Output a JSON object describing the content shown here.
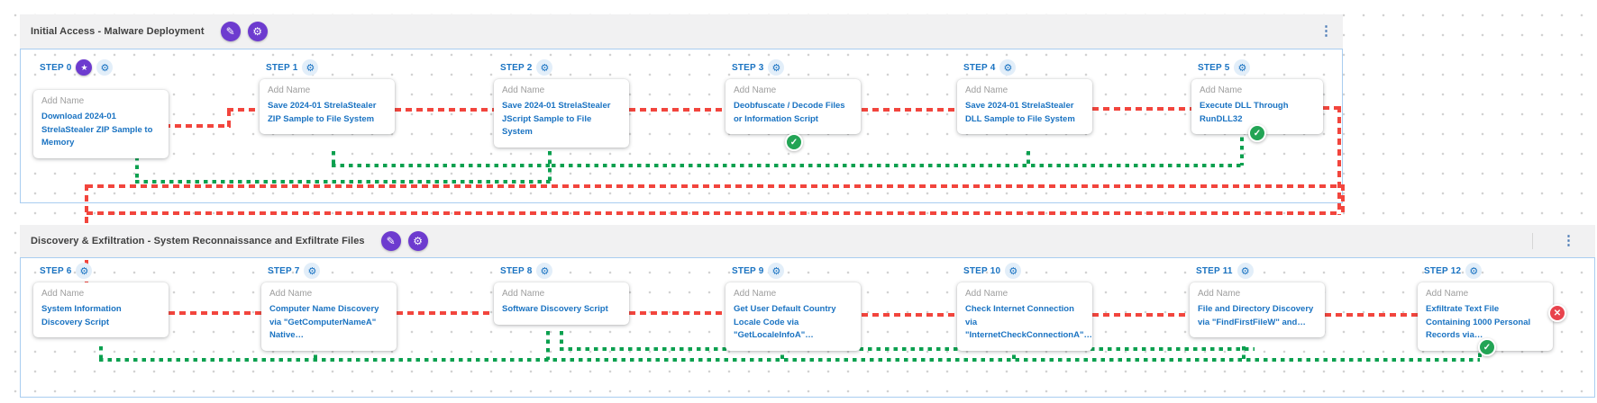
{
  "icons": {
    "pencil": "✎",
    "gear": "⚙",
    "star": "★",
    "kebab": "⋮",
    "check": "✓",
    "cross": "✕"
  },
  "colors": {
    "accent_blue": "#1a73c2",
    "success_green": "#0ba04f",
    "failure_red": "#f2453d",
    "purple_action": "#6d3bcf",
    "group_header_gray": "#f1f1f2",
    "group_border_blue": "#a9cdf0"
  },
  "groups": [
    {
      "title": "Initial Access - Malware Deployment"
    },
    {
      "title": "Discovery & Exfiltration - System Reconnaissance and Exfiltrate Files"
    }
  ],
  "steps": [
    {
      "label": "STEP 0",
      "name_placeholder": "Add Name",
      "scenario": "Download 2024-01 StrelaStealer ZIP Sample to Memory",
      "starred": true
    },
    {
      "label": "STEP 1",
      "name_placeholder": "Add Name",
      "scenario": "Save 2024-01 StrelaStealer ZIP Sample to File System"
    },
    {
      "label": "STEP 2",
      "name_placeholder": "Add Name",
      "scenario": "Save 2024-01 StrelaStealer JScript Sample to File System"
    },
    {
      "label": "STEP 3",
      "name_placeholder": "Add Name",
      "scenario": "Deobfuscate / Decode Files or Information Script",
      "status": "success"
    },
    {
      "label": "STEP 4",
      "name_placeholder": "Add Name",
      "scenario": "Save 2024-01 StrelaStealer DLL Sample to File System"
    },
    {
      "label": "STEP 5",
      "name_placeholder": "Add Name",
      "scenario": "Execute DLL Through RunDLL32",
      "status": "success"
    },
    {
      "label": "STEP 6",
      "name_placeholder": "Add Name",
      "scenario": "System Information Discovery Script"
    },
    {
      "label": "STEP 7",
      "name_placeholder": "Add Name",
      "scenario": "Computer Name Discovery via \"GetComputerNameA\" Native…"
    },
    {
      "label": "STEP 8",
      "name_placeholder": "Add Name",
      "scenario": "Software Discovery Script"
    },
    {
      "label": "STEP 9",
      "name_placeholder": "Add Name",
      "scenario": "Get User Default Country Locale Code via \"GetLocaleInfoA\"…"
    },
    {
      "label": "STEP 10",
      "name_placeholder": "Add Name",
      "scenario": "Check Internet Connection via \"InternetCheckConnectionA\"…"
    },
    {
      "label": "STEP 11",
      "name_placeholder": "Add Name",
      "scenario": "File and Directory Discovery via \"FindFirstFileW\" and…"
    },
    {
      "label": "STEP 12",
      "name_placeholder": "Add Name",
      "scenario": "Exfiltrate Text File Containing 1000 Personal Records via…",
      "status": "success_and_error"
    }
  ]
}
